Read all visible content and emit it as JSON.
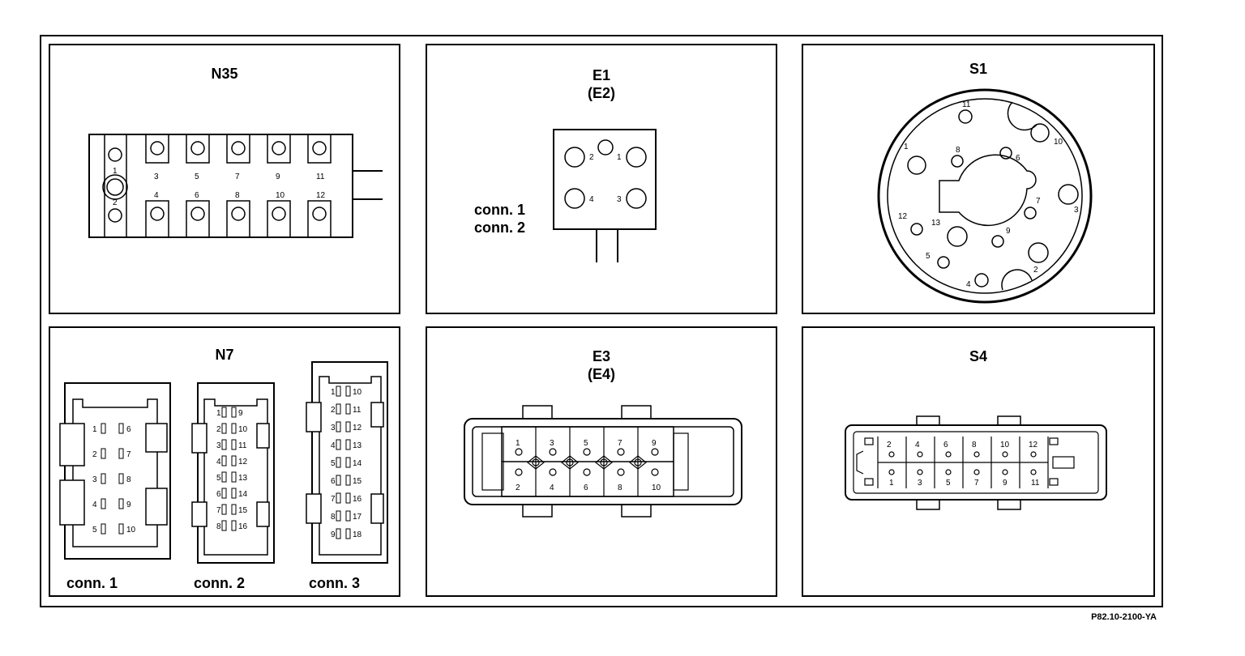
{
  "panels": {
    "n35": {
      "title": "N35",
      "pins": [
        "1",
        "2",
        "3",
        "4",
        "5",
        "6",
        "7",
        "8",
        "9",
        "10",
        "11",
        "12"
      ]
    },
    "e1": {
      "title": "E1",
      "subtitle": "(E2)",
      "pins": [
        "1",
        "2",
        "3",
        "4"
      ],
      "labels": [
        "conn. 1",
        "conn. 2"
      ]
    },
    "s1": {
      "title": "S1",
      "pins": [
        "1",
        "2",
        "3",
        "4",
        "5",
        "6",
        "7",
        "8",
        "9",
        "10",
        "11",
        "12",
        "13"
      ]
    },
    "n7": {
      "title": "N7",
      "labels": [
        "conn. 1",
        "conn. 2",
        "conn. 3"
      ]
    },
    "e3": {
      "title": "E3",
      "subtitle": "(E4)",
      "pins": [
        "1",
        "2",
        "3",
        "4",
        "5",
        "6",
        "7",
        "8",
        "9",
        "10"
      ]
    },
    "s4": {
      "title": "S4",
      "pins": [
        "1",
        "2",
        "3",
        "4",
        "5",
        "6",
        "7",
        "8",
        "9",
        "10",
        "11",
        "12"
      ]
    }
  },
  "figure_ref": "P82.10-2100-YA"
}
